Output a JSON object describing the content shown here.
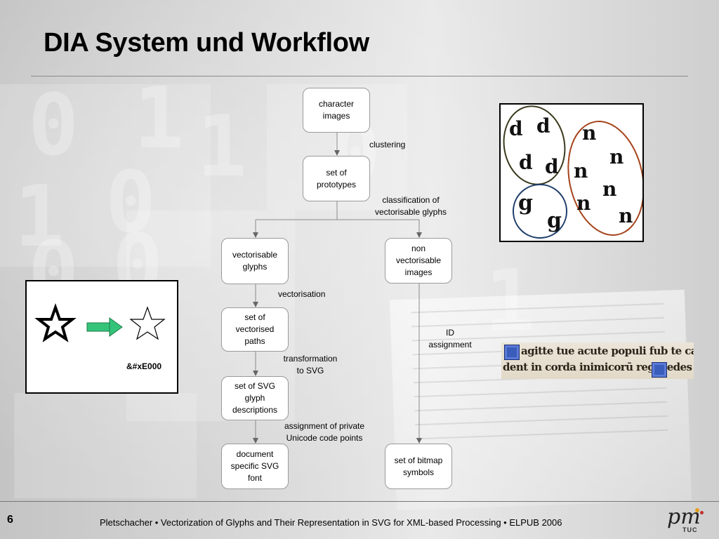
{
  "slide": {
    "title": "DIA System und Workflow",
    "number": "6",
    "footer": "Pletschacher • Vectorization of Glyphs and Their Representation in SVG for XML-based Processing • ELPUB 2006",
    "logo_text": "pm",
    "logo_subtext": "TUC"
  },
  "nodes": {
    "character_images": "character images",
    "prototypes": "set of prototypes",
    "vectorisable": "vectorisable glyphs",
    "non_vectorisable": "non vectorisable images",
    "vectorised_paths": "set of vectorised paths",
    "svg_glyphs": "set of SVG glyph descriptions",
    "svg_font": "document specific SVG font",
    "bitmap_symbols": "set of bitmap symbols"
  },
  "edges": {
    "clustering": "clustering",
    "classification": "classification of vectorisable glyphs",
    "vectorisation": "vectorisation",
    "transformation": "transformation to SVG",
    "assignment": "assignment of private Unicode code points",
    "id_assignment": "ID assignment"
  },
  "example": {
    "codepoint": "&#xE000"
  },
  "colors": {
    "arrow_green": "#33c47a",
    "cluster_d": "#3b3a1e",
    "cluster_n": "#a5431a",
    "cluster_g": "#1e3d6b",
    "line": "#8a8a8a"
  },
  "manuscript": {
    "line1": "agitte tue acute populi fub te ca-",
    "line2": "dent in corda inimicorū regis edes"
  }
}
